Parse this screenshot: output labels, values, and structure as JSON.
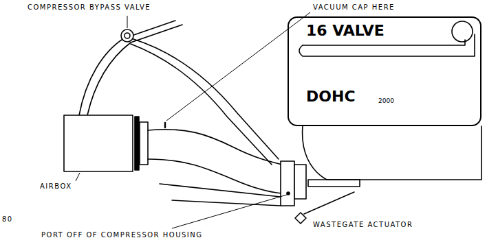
{
  "diagram": {
    "nodes": [
      {
        "text": [
          "16 VALVE",
          "DOHC",
          "2000"
        ]
      }
    ],
    "labels": [
      "COMPRESSOR BYPASS VALVE",
      "VACUUM CAP HERE",
      "AIRBOX",
      "80",
      "PORT OFF OF COMPRESSOR HOUSING",
      "WASTEGATE ACTUATOR"
    ]
  }
}
